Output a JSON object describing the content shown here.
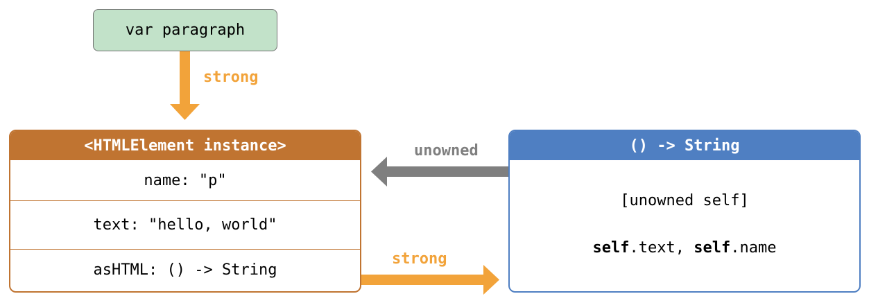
{
  "variable": {
    "label": "var paragraph"
  },
  "instance": {
    "title": "<HTMLElement instance>",
    "properties": [
      "name: \"p\"",
      "text: \"hello, world\"",
      "asHTML: () -> String"
    ]
  },
  "closure": {
    "title": "() -> String",
    "capture_list": "[unowned self]",
    "body": {
      "kw1": "self",
      "part1": ".text, ",
      "kw2": "self",
      "part2": ".name"
    }
  },
  "references": {
    "variable_to_instance": "strong",
    "closure_to_instance": "unowned",
    "instance_to_closure": "strong"
  },
  "colors": {
    "strong": "#f2a33a",
    "unowned": "#7f7f7f",
    "instance": "#c07431",
    "closure": "#4f7fc2",
    "variable_fill": "#c2e2c9"
  }
}
